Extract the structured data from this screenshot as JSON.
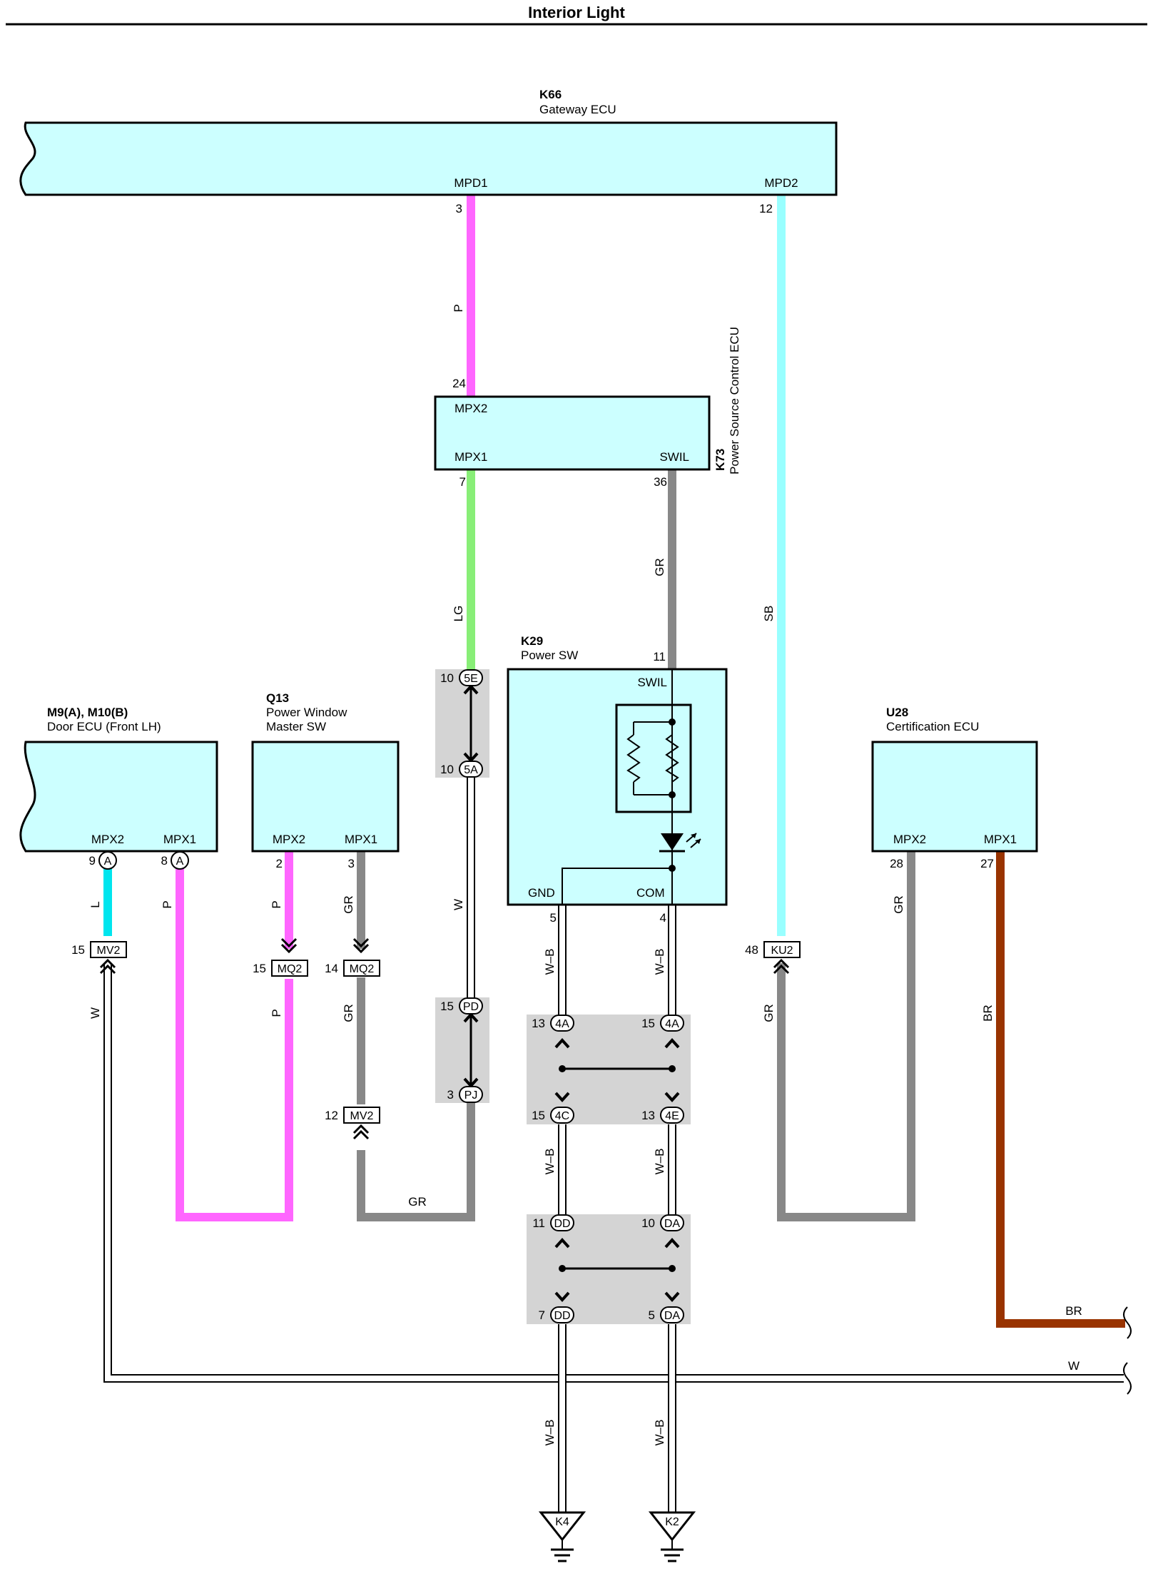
{
  "title": "Interior Light",
  "colors": {
    "P": "#ff66ff",
    "SB": "#99ffff",
    "LG": "#88ee77",
    "GR": "#888888",
    "L": "#00e5ee",
    "BR": "#993300",
    "W": "#ffffff",
    "WB": "#ffffff",
    "ecu_fill": "#ccffff",
    "junction_fill": "#d4d4d4"
  },
  "components": {
    "k66": {
      "id": "K66",
      "name": "Gateway ECU",
      "pins": {
        "mpd1": "MPD1",
        "mpd2": "MPD2"
      },
      "pin_nums": {
        "mpd1": "3",
        "mpd2": "12"
      }
    },
    "k73": {
      "id": "K73",
      "name": "Power Source Control ECU",
      "pins": {
        "mpx2": "MPX2",
        "mpx1": "MPX1",
        "swil": "SWIL"
      },
      "pin_nums": {
        "mpx2": "24",
        "mpx1": "7",
        "swil": "36"
      }
    },
    "k29": {
      "id": "K29",
      "name": "Power SW",
      "pins": {
        "swil": "SWIL",
        "gnd": "GND",
        "com": "COM"
      },
      "pin_nums": {
        "swil": "11",
        "gnd": "5",
        "com": "4"
      }
    },
    "m9": {
      "id": "M9(A), M10(B)",
      "name": "Door ECU (Front LH)",
      "pins": {
        "mpx2": "MPX2",
        "mpx1": "MPX1"
      },
      "pin_nums": {
        "mpx2": "9",
        "mpx1": "8"
      },
      "pin_letter": "A"
    },
    "q13": {
      "id": "Q13",
      "name1": "Power Window",
      "name2": "Master SW",
      "pins": {
        "mpx2": "MPX2",
        "mpx1": "MPX1"
      },
      "pin_nums": {
        "mpx2": "2",
        "mpx1": "3"
      }
    },
    "u28": {
      "id": "U28",
      "name": "Certification ECU",
      "pins": {
        "mpx2": "MPX2",
        "mpx1": "MPX1"
      },
      "pin_nums": {
        "mpx2": "28",
        "mpx1": "27"
      }
    }
  },
  "wire_labels": {
    "p": "P",
    "sb": "SB",
    "lg": "LG",
    "gr": "GR",
    "w": "W",
    "l": "L",
    "wb": "W–B",
    "br": "BR"
  },
  "connectors": [
    {
      "code": "5E",
      "pin": "10"
    },
    {
      "code": "5A",
      "pin": "10"
    },
    {
      "code": "PD",
      "pin": "15"
    },
    {
      "code": "PJ",
      "pin": "3"
    },
    {
      "code": "MV2",
      "pin": "15"
    },
    {
      "code": "MQ2",
      "pin": "15"
    },
    {
      "code": "MQ2",
      "pin": "14"
    },
    {
      "code": "MV2",
      "pin": "12"
    },
    {
      "code": "KU2",
      "pin": "48"
    },
    {
      "code": "4A",
      "pin": "13"
    },
    {
      "code": "4A",
      "pin": "15"
    },
    {
      "code": "4C",
      "pin": "15"
    },
    {
      "code": "4E",
      "pin": "13"
    },
    {
      "code": "DD",
      "pin": "11"
    },
    {
      "code": "DA",
      "pin": "10"
    },
    {
      "code": "DD",
      "pin": "7"
    },
    {
      "code": "DA",
      "pin": "5"
    }
  ],
  "grounds": [
    {
      "code": "K4"
    },
    {
      "code": "K2"
    }
  ]
}
